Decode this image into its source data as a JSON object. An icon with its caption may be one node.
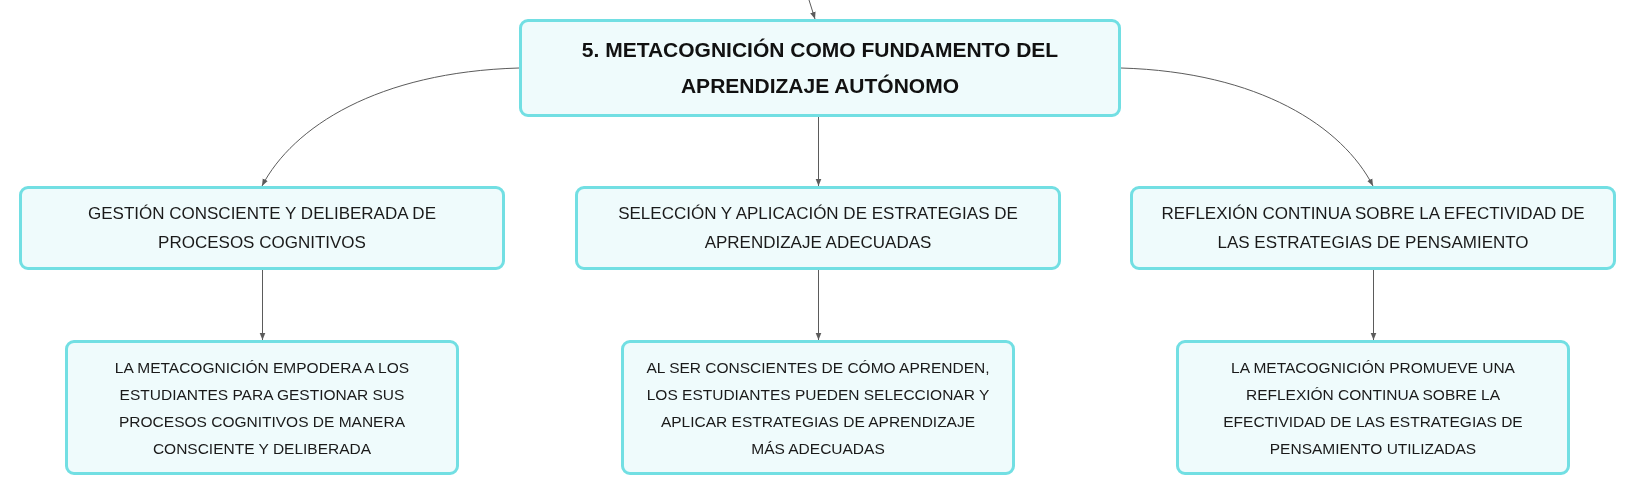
{
  "diagram": {
    "nodes": [
      {
        "text": [
          "5. METACOGNICIÓN COMO FUNDAMENTO DEL APRENDIZAJE AUTÓNOMO"
        ]
      },
      {
        "text": [
          "GESTIÓN CONSCIENTE Y DELIBERADA DE PROCESOS COGNITIVOS"
        ]
      },
      {
        "text": [
          "SELECCIÓN Y APLICACIÓN DE ESTRATEGIAS DE APRENDIZAJE ADECUADAS"
        ]
      },
      {
        "text": [
          "REFLEXIÓN CONTINUA SOBRE LA EFECTIVIDAD DE LAS ESTRATEGIAS DE PENSAMIENTO"
        ]
      },
      {
        "text": [
          "LA METACOGNICIÓN EMPODERA A LOS ESTUDIANTES PARA GESTIONAR SUS PROCESOS COGNITIVOS DE MANERA CONSCIENTE Y DELIBERADA"
        ]
      },
      {
        "text": [
          "AL SER CONSCIENTES DE CÓMO APRENDEN, LOS ESTUDIANTES PUEDEN SELECCIONAR Y APLICAR ESTRATEGIAS DE APRENDIZAJE MÁS ADECUADAS"
        ]
      },
      {
        "text": [
          "LA METACOGNICIÓN PROMUEVE UNA REFLEXIÓN CONTINUA SOBRE LA EFECTIVIDAD DE LAS ESTRATEGIAS DE PENSAMIENTO UTILIZADAS"
        ]
      }
    ],
    "edges": [
      {
        "from": null,
        "to": 0,
        "arrow": "to"
      },
      {
        "from": 0,
        "to": 1,
        "arrow": "to"
      },
      {
        "from": 0,
        "to": 2,
        "arrow": "to"
      },
      {
        "from": 0,
        "to": 3,
        "arrow": "to"
      },
      {
        "from": 1,
        "to": 4,
        "arrow": "to"
      },
      {
        "from": 2,
        "to": 5,
        "arrow": "to"
      },
      {
        "from": 3,
        "to": 6,
        "arrow": "to"
      }
    ]
  }
}
